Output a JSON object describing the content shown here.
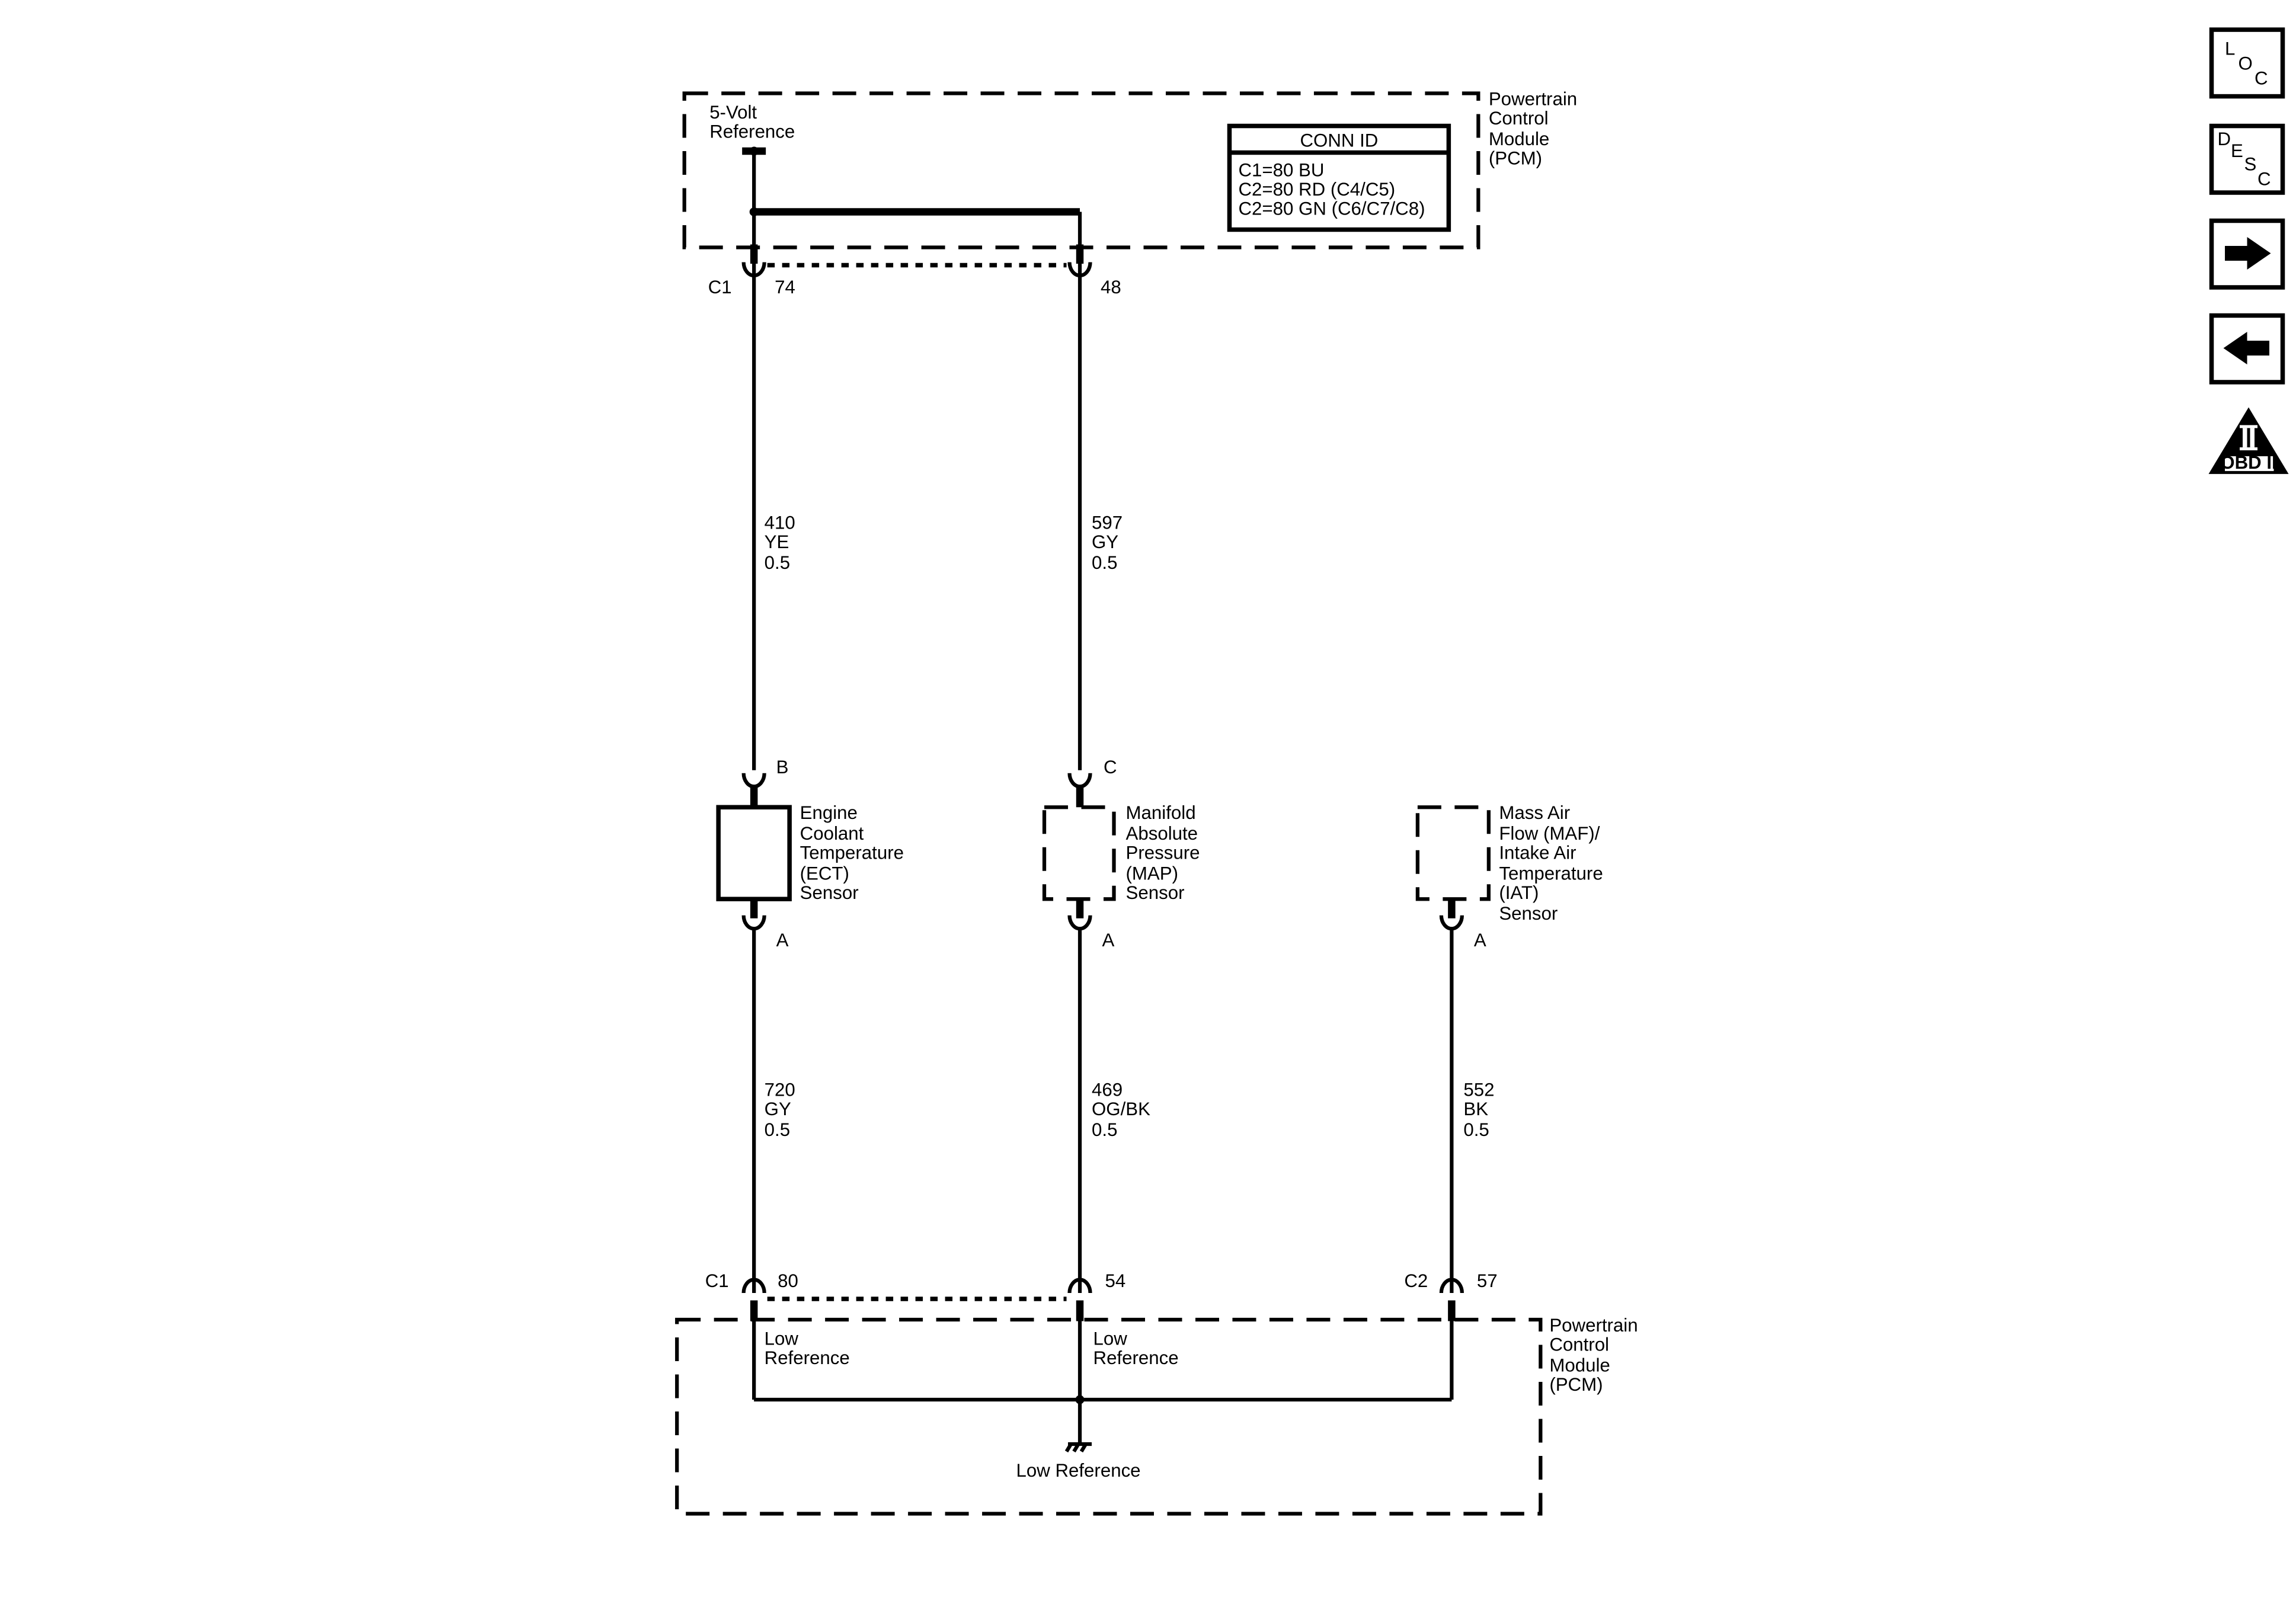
{
  "pcm_top": {
    "label": [
      "Powertrain",
      "Control",
      "Module",
      "(PCM)"
    ],
    "ref_label": [
      "5-Volt",
      "Reference"
    ],
    "conn_id": {
      "title": "CONN ID",
      "lines": [
        "C1=80 BU",
        "C2=80 RD (C4/C5)",
        "C2=80 GN (C6/C7/C8)"
      ]
    },
    "conn_c1": "C1",
    "pin_74": "74",
    "pin_48": "48"
  },
  "wires_top": [
    {
      "circuit": "410",
      "color": "YE",
      "size": "0.5"
    },
    {
      "circuit": "597",
      "color": "GY",
      "size": "0.5"
    }
  ],
  "sensors": [
    {
      "name": [
        "Engine",
        "Coolant",
        "Temperature",
        "(ECT)",
        "Sensor"
      ],
      "pin_top": "B",
      "pin_bottom": "A"
    },
    {
      "name": [
        "Manifold",
        "Absolute",
        "Pressure",
        "(MAP)",
        "Sensor"
      ],
      "pin_top": "C",
      "pin_bottom": "A"
    },
    {
      "name": [
        "Mass Air",
        "Flow (MAF)/",
        "Intake Air",
        "Temperature",
        "(IAT)",
        "Sensor"
      ],
      "pin_bottom": "A"
    }
  ],
  "wires_bottom": [
    {
      "circuit": "720",
      "color": "GY",
      "size": "0.5"
    },
    {
      "circuit": "469",
      "color": "OG/BK",
      "size": "0.5"
    },
    {
      "circuit": "552",
      "color": "BK",
      "size": "0.5"
    }
  ],
  "pcm_bottom": {
    "label": [
      "Powertrain",
      "Control",
      "Module",
      "(PCM)"
    ],
    "conn_c1": "C1",
    "pin_80": "80",
    "pin_54": "54",
    "conn_c2": "C2",
    "pin_57": "57",
    "low_ref_1": [
      "Low",
      "Reference"
    ],
    "low_ref_2": [
      "Low",
      "Reference"
    ],
    "ground_label": "Low Reference"
  },
  "nav_icons": {
    "loc": [
      "L",
      "O",
      "C"
    ],
    "desc": [
      "D",
      "E",
      "S",
      "C"
    ],
    "obd": "OBD II",
    "obd_numeral": "II"
  }
}
